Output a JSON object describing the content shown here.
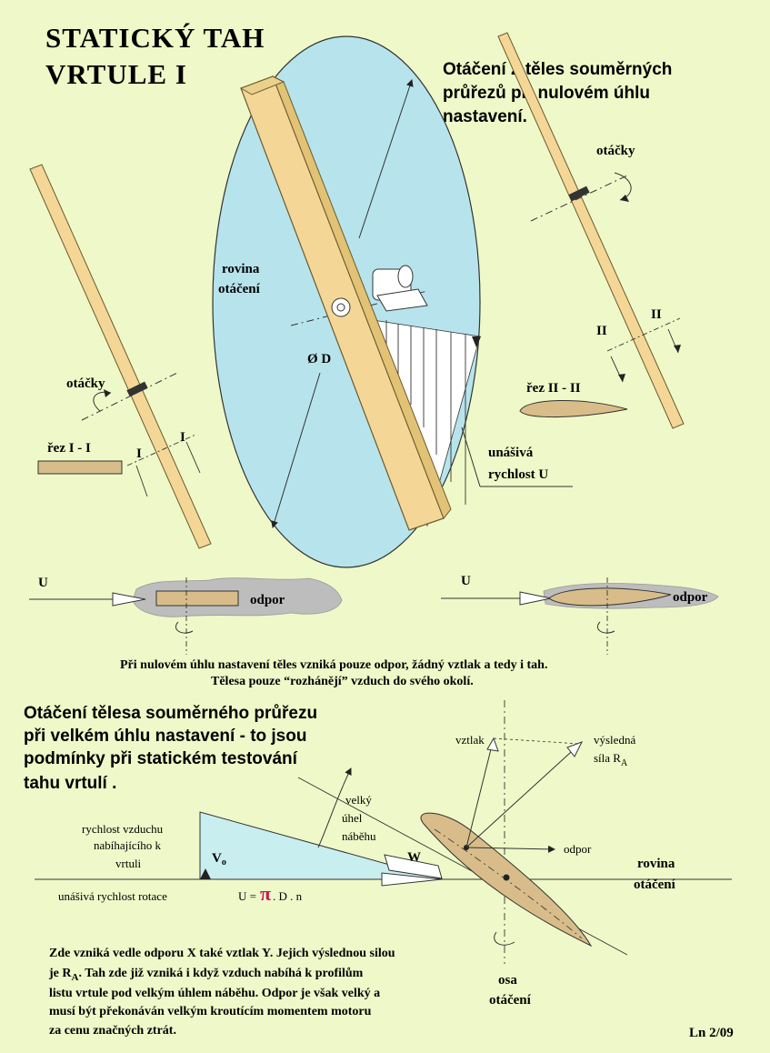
{
  "title": {
    "line1": "STATICKÝ  TAH",
    "line2": "VRTULE  I"
  },
  "heading_top": [
    "Otáčení 2 těles souměrných",
    "průřezů při nulovém úhlu",
    "nastavení."
  ],
  "labels": {
    "rovina_otaceni_left": [
      "rovina",
      "otáčení"
    ],
    "diameter": "Ø D",
    "otacky_left": "otáčky",
    "otacky_right": "otáčky",
    "rez_1": "řez  I  -  I",
    "mark_I_a": "I",
    "mark_I_b": "I",
    "mark_II_a": "II",
    "mark_II_b": "II",
    "rez_2": "řez  II  -  II",
    "unasiva": [
      "unášivá",
      "rychlost  U"
    ],
    "U_left": "U",
    "U_right": "U",
    "odpor_left": "odpor",
    "odpor_right": "odpor"
  },
  "caption_middle": [
    "Při nulovém úhlu nastavení těles vzniká pouze odpor, žádný vztlak a tedy i tah.",
    "Tělesa pouze “rozhánějí” vzduch do svého okolí."
  ],
  "heading_bottom": [
    "Otáčení tělesa souměrného průřezu",
    "při  velkém úhlu nastavení - to jsou",
    "podmínky při statickém testování",
    "tahu vrtulí ."
  ],
  "bottom_labels": {
    "vztlak": "vztlak",
    "vysledna": [
      "výsledná",
      "síla  R"
    ],
    "vysledna_sub": "A",
    "velky_uhel": [
      "velký",
      "úhel",
      "náběhu"
    ],
    "rychlost_vzduchu": [
      "rychlost vzduchu",
      "nabíhajícího k",
      "vrtuli"
    ],
    "V0": "V",
    "V0_sub": "o",
    "W": "W",
    "odpor": "odpor",
    "rovina_otaceni": [
      "rovina",
      "otáčení"
    ],
    "unasiva_rotace": "unášivá rychlost rotace",
    "formula_pre": "U =",
    "pi": "π",
    "formula_post": ". D . n",
    "osa_otaceni": [
      "osa",
      "otáčení"
    ]
  },
  "note_bottom": [
    "Zde vzniká vedle odporu X také vztlak Y. Jejich výslednou silou",
    "je R",
    "A",
    ". Tah zde již vzniká i když vzduch nabíhá k profilům",
    "listu vrtule pod velkým úhlem náběhu. Odpor je však velký a",
    "musí být překonáván velkým kroutícím momentem motoru",
    "za cenu značných ztrát."
  ],
  "footer": "Ln 2/09",
  "colors": {
    "background": "#eff8c8",
    "disc": "#b7e4ec",
    "wood": "#f4d797",
    "profile": "#d8bd8a",
    "triangle": "#c9eef0",
    "smoke": "#bdbdbd"
  }
}
